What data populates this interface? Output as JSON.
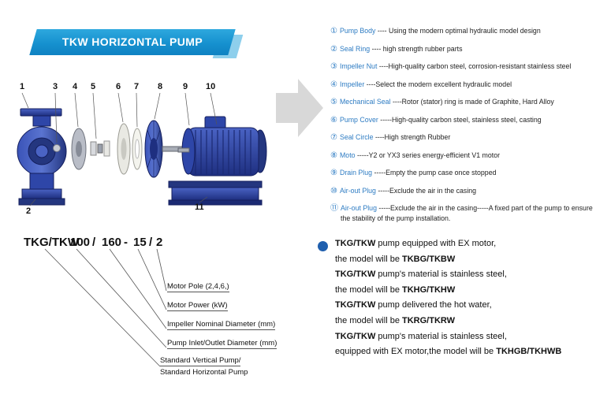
{
  "banner": {
    "title": "TKW HORIZONTAL PUMP"
  },
  "colors": {
    "banner_blue": "#1691cf",
    "banner_accent_blue": "#8ecfec",
    "list_blue": "#2e7cc3",
    "pump_blue": "#2e46a8",
    "arrow_gray": "#d8d8d8",
    "bullet_blue": "#1f5fae"
  },
  "diagram": {
    "numbers": {
      "n1": "1",
      "n2": "2",
      "n3": "3",
      "n4": "4",
      "n5": "5",
      "n6": "6",
      "n7": "7",
      "n8": "8",
      "n9": "9",
      "n10": "10",
      "n11": "11"
    }
  },
  "parts_list": [
    {
      "num": "①",
      "name": "Pump Body",
      "desc": " ---- Using the modern optimal hydraulic model design"
    },
    {
      "num": "②",
      "name": "Seal Ring",
      "desc": " ---- high strength rubber parts"
    },
    {
      "num": "③",
      "name": "Impeller Nut",
      "desc": " ----High-quality carbon steel, corrosion-resistant stainless steel"
    },
    {
      "num": "④",
      "name": "Impeller",
      "desc": " ----Select the modern excellent hydraulic model"
    },
    {
      "num": "⑤",
      "name": "Mechanical Seal",
      "desc": " ----Rotor (stator) ring is made of Graphite, Hard Alloy"
    },
    {
      "num": "⑥",
      "name": "Pump Cover",
      "desc": " -----High-quality carbon steel, stainless steel, casting"
    },
    {
      "num": "⑦",
      "name": "Seal Circle",
      "desc": " ----High strength Rubber"
    },
    {
      "num": "⑧",
      "name": "Moto",
      "desc": " -----Y2 or YX3 series energy-efficient V1 motor"
    },
    {
      "num": "⑨",
      "name": "Drain Plug",
      "desc": " -----Empty the pump case once stopped"
    },
    {
      "num": "⑩",
      "name": "Air-out Plug",
      "desc": " -----Exclude the air in the casing"
    },
    {
      "num": "⑪",
      "name": "Air-out Plug",
      "desc": " -----Exclude the air in the casing-----A fixed part of the pump to ensure the stability of the pump installation."
    }
  ],
  "model_code": {
    "tokens": {
      "series": "TKG/TKW",
      "inlet": "100",
      "slash1": "/",
      "impeller": "160",
      "dash": "-",
      "power": "15",
      "slash2": "/",
      "pole": "2"
    },
    "labels": {
      "pole": "Motor Pole (2,4,6,)",
      "power": "Motor Power  (kW)",
      "impeller": "Impeller Nominal Diameter (mm)",
      "inlet": "Pump Inlet/Outlet Diameter (mm)",
      "series_line1": "Standard Vertical Pump/",
      "series_line2": "Standard  Horizontal Pump"
    }
  },
  "notes": [
    {
      "bold": "TKG/TKW",
      "rest": " pump equipped with EX motor,",
      "line2_prefix": "the model will be ",
      "model": "TKBG/TKBW"
    },
    {
      "bold": "TKG/TKW",
      "rest": " pump's material is stainless steel,",
      "line2_prefix": "the model will be ",
      "model": "TKHG/TKHW"
    },
    {
      "bold": "TKG/TKW",
      "rest": " pump delivered the hot water,",
      "line2_prefix": "the model will be ",
      "model": "TKRG/TKRW"
    },
    {
      "bold": "TKG/TKW",
      "rest": " pump's material is stainless steel,",
      "line2_prefix": "equipped with EX motor,the model will be ",
      "model": "TKHGB/TKHWB"
    }
  ]
}
